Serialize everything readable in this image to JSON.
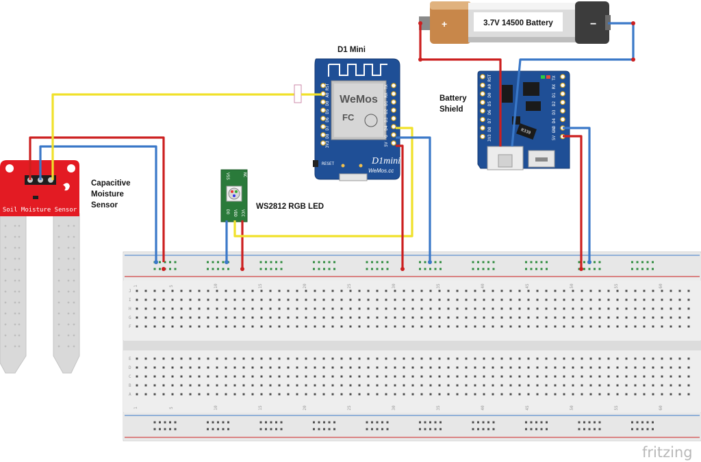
{
  "labels": {
    "d1_mini": "D1 Mini",
    "battery": "3.7V 14500 Battery",
    "battery_shield_line1": "Battery",
    "battery_shield_line2": "Shield",
    "sensor_line1": "Capacitive",
    "sensor_line2": "Moisture",
    "sensor_line3": "Sensor",
    "led": "WS2812 RGB LED",
    "sensor_board_text": "Soil Moisture Sensor",
    "watermark": "fritzing"
  },
  "d1_board": {
    "reset_label": "RESET",
    "brand": "D1mini",
    "brand_url": "WeMos.cc",
    "left_pins": [
      "RST",
      "A0",
      "D0",
      "D5",
      "D6",
      "D7",
      "D8",
      "3V3"
    ],
    "right_pins": [
      "TX",
      "RX",
      "D1",
      "D2",
      "D3",
      "D4",
      "G",
      "5V"
    ]
  },
  "shield_board": {
    "left_pins": [
      "RST",
      "A0",
      "D0",
      "D5",
      "D6",
      "D7",
      "D8",
      "3V3"
    ],
    "right_pins": [
      "TX",
      "RX",
      "D1",
      "D2",
      "D3",
      "D4",
      "GND",
      "5V"
    ],
    "resistor_label": "R330"
  },
  "led_board": {
    "top_pins": [
      "VSS",
      "NC"
    ],
    "bottom_pins": [
      "DO",
      "VDD",
      "VCC"
    ]
  },
  "battery_terminals": {
    "plus": "+",
    "minus": "−"
  },
  "breadboard": {
    "column_numbers": [
      "1",
      "5",
      "10",
      "15",
      "20",
      "25",
      "30",
      "35",
      "40",
      "45",
      "50",
      "55",
      "60"
    ],
    "row_letters_top": [
      "J",
      "I",
      "H",
      "G",
      "F"
    ],
    "row_letters_bottom": [
      "E",
      "D",
      "C",
      "B",
      "A"
    ]
  },
  "colors": {
    "wire_red": "#cc1f1f",
    "wire_blue": "#3a78c8",
    "wire_yellow": "#f0e12a",
    "board_blue": "#1f4f96",
    "sensor_red": "#e31b23",
    "led_green": "#2a7a3a"
  }
}
